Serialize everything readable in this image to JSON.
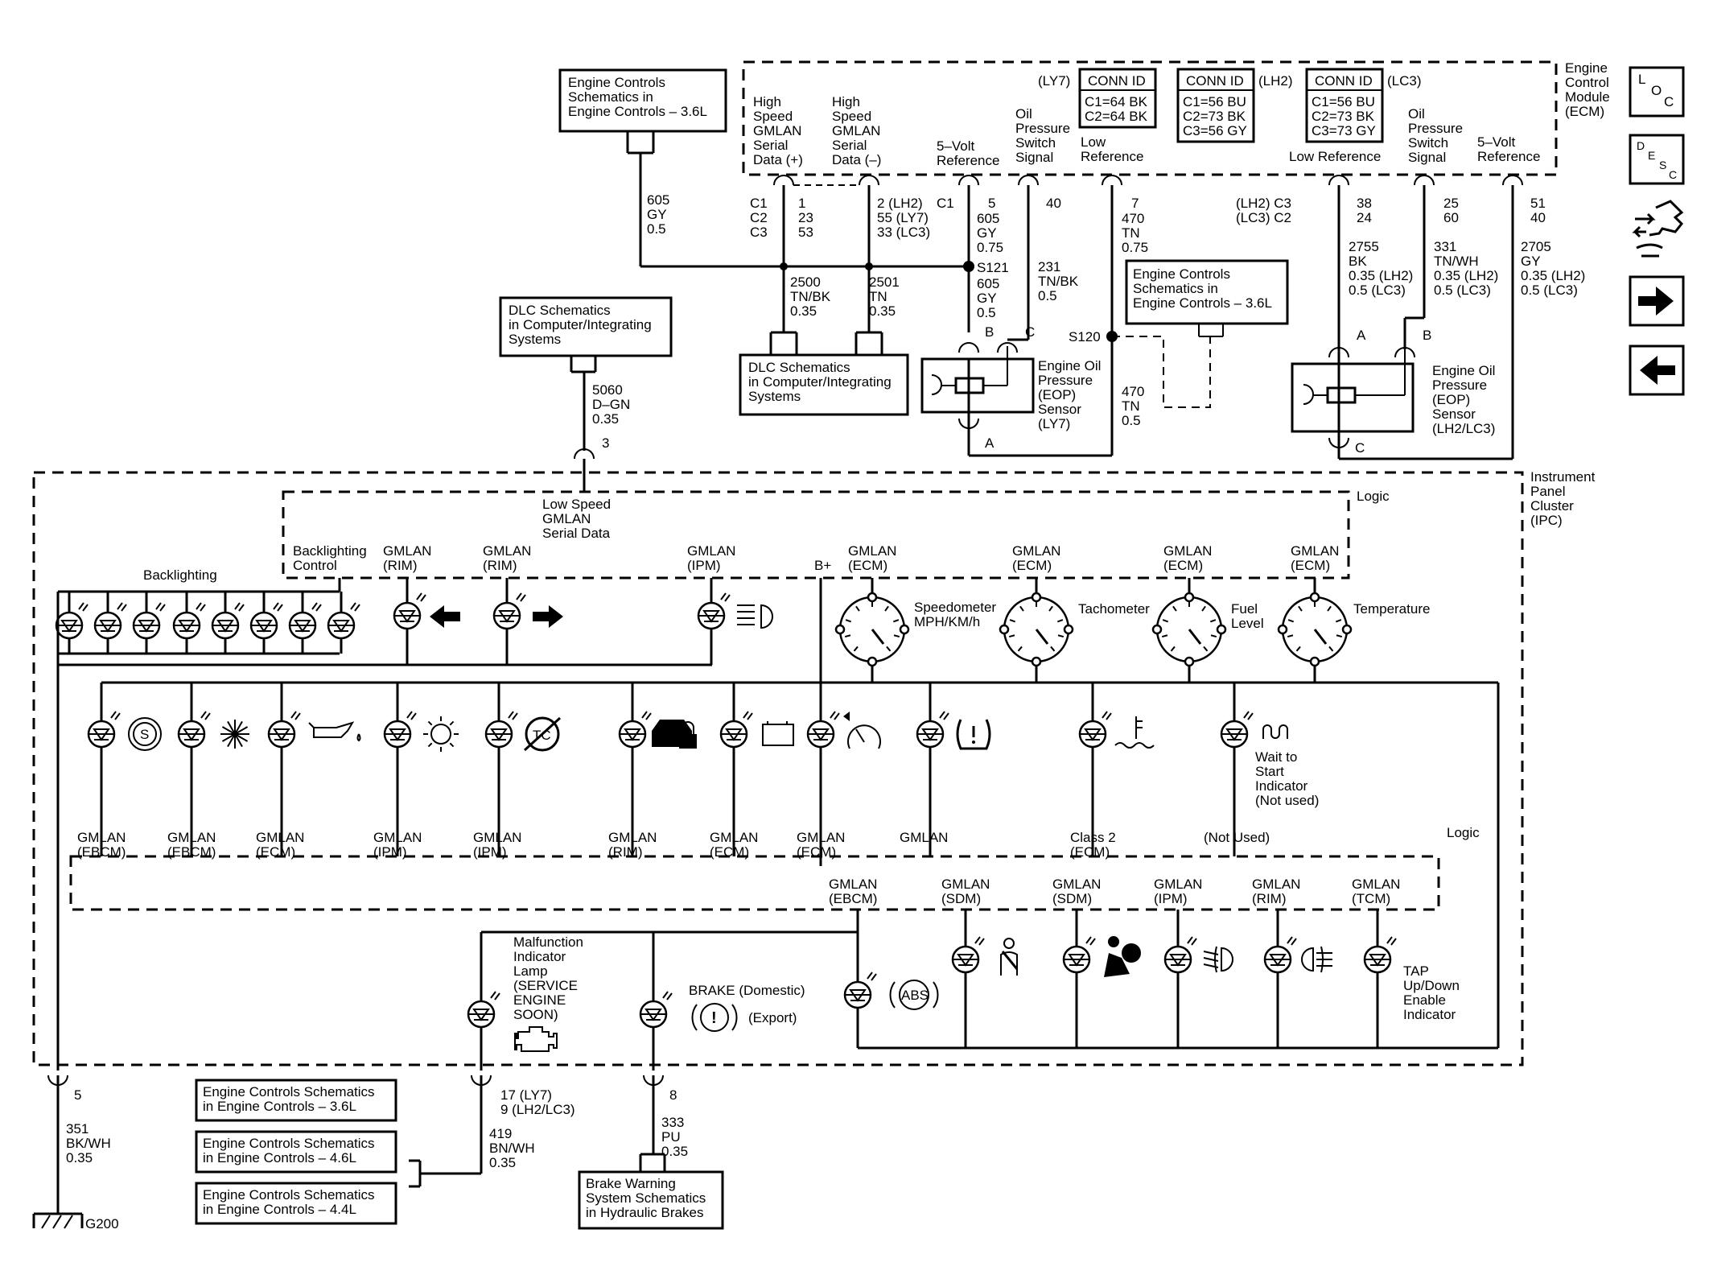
{
  "diagram": {
    "ecm_label": [
      "Engine",
      "Control",
      "Module",
      "(ECM)"
    ],
    "ipc_label": [
      "Instrument",
      "Panel",
      "Cluster",
      "(IPC)"
    ],
    "logic_label": "Logic",
    "ecm_columns": {
      "hs_pos": [
        "High",
        "Speed",
        "GMLAN",
        "Serial",
        "Data (+)"
      ],
      "hs_neg": [
        "High",
        "Speed",
        "GMLAN",
        "Serial",
        "Data (–)"
      ],
      "vref5_left": [
        "5–Volt",
        "Reference"
      ],
      "oil_sig_left": [
        "Oil",
        "Pressure",
        "Switch",
        "Signal"
      ],
      "low_ref_left": [
        "Low",
        "Reference"
      ],
      "low_ref_right": "Low Reference",
      "oil_sig_right": [
        "Oil",
        "Pressure",
        "Switch",
        "Signal"
      ],
      "vref5_right": [
        "5–Volt",
        "Reference"
      ]
    },
    "conn_tables": [
      {
        "variant": "(LY7)",
        "title": "CONN ID",
        "rows": [
          "C1=64 BK",
          "C2=64 BK"
        ]
      },
      {
        "variant": "(LH2)",
        "title": "CONN ID",
        "rows": [
          "C1=56 BU",
          "C2=73 BK",
          "C3=56 GY"
        ]
      },
      {
        "variant": "(LC3)",
        "title": "CONN ID",
        "rows": [
          "C1=56 BU",
          "C2=73 BK",
          "C3=73 GY"
        ]
      }
    ],
    "ref_boxes": {
      "ec36_top": [
        "Engine Controls",
        "Schematics in",
        "Engine Controls – 3.6L"
      ],
      "dlc_top": [
        "DLC Schematics",
        "in Computer/Integrating",
        "Systems"
      ],
      "dlc_mid": [
        "DLC Schematics",
        "in Computer/Integrating",
        "Systems"
      ],
      "ec36_mid": [
        "Engine Controls",
        "Schematics in",
        "Engine Controls – 3.6L"
      ],
      "ec_b1": [
        "Engine Controls Schematics",
        "in Engine Controls – 3.6L"
      ],
      "ec_b2": [
        "Engine Controls Schematics",
        "in Engine Controls – 4.6L"
      ],
      "ec_b3": [
        "Engine Controls Schematics",
        "in Engine Controls – 4.4L"
      ],
      "brake": [
        "Brake Warning",
        "System Schematics",
        "in Hydraulic Brakes"
      ]
    },
    "wires": {
      "w605_left": [
        "605",
        "GY",
        "0.5"
      ],
      "c1c2c3": [
        "C1",
        "C2",
        "C3"
      ],
      "pins_hs_pos": [
        "1",
        "23",
        "53"
      ],
      "pins_hs_neg": [
        "2 (LH2)",
        "55 (LY7)",
        "33 (LC3)"
      ],
      "c1_label": "C1",
      "pin5": "5",
      "w605_075": [
        "605",
        "GY",
        "0.75"
      ],
      "pin40": "40",
      "pin7": "7",
      "w470_075": [
        "470",
        "TN",
        "0.75"
      ],
      "w2500": [
        "2500",
        "TN/BK",
        "0.35"
      ],
      "w2501": [
        "2501",
        "TN",
        "0.35"
      ],
      "s121": "S121",
      "w605_05b": [
        "605",
        "GY",
        "0.5"
      ],
      "w231": [
        "231",
        "TN/BK",
        "0.5"
      ],
      "s120": "S120",
      "w470_05": [
        "470",
        "TN",
        "0.5"
      ],
      "lh2lc3": [
        "(LH2) C3",
        "(LC3) C2"
      ],
      "pins_38": [
        "38",
        "24"
      ],
      "pins_25": [
        "25",
        "60"
      ],
      "pins_51": [
        "51",
        "40"
      ],
      "w2755": [
        "2755",
        "BK",
        "0.35 (LH2)",
        "0.5 (LC3)"
      ],
      "w331": [
        "331",
        "TN/WH",
        "0.35 (LH2)",
        "0.5 (LC3)"
      ],
      "w2705": [
        "2705",
        "GY",
        "0.35 (LH2)",
        "0.5 (LC3)"
      ],
      "w5060": [
        "5060",
        "D–GN",
        "0.35"
      ],
      "pin3": "3",
      "pin5b": "5",
      "w351": [
        "351",
        "BK/WH",
        "0.35"
      ],
      "g200": "G200",
      "pins17": [
        "17 (LY7)",
        "9 (LH2/LC3)"
      ],
      "w419": [
        "419",
        "BN/WH",
        "0.35"
      ],
      "pin8": "8",
      "w333": [
        "333",
        "PU",
        "0.35"
      ]
    },
    "sensors": {
      "eop_ly7": [
        "Engine Oil",
        "Pressure",
        "(EOP)",
        "Sensor",
        "(LY7)"
      ],
      "eop_lh2": [
        "Engine Oil",
        "Pressure",
        "(EOP)",
        "Sensor",
        "(LH2/LC3)"
      ],
      "pin_a": "A",
      "pin_b": "B",
      "pin_c": "C"
    },
    "ipc": {
      "low_speed": [
        "Low Speed",
        "GMLAN",
        "Serial Data"
      ],
      "backlighting_control": [
        "Backlighting",
        "Control"
      ],
      "backlighting": "Backlighting",
      "top_labels": [
        [
          "GMLAN",
          "(RIM)"
        ],
        [
          "GMLAN",
          "(RIM)"
        ],
        [
          "GMLAN",
          "(IPM)"
        ],
        [
          "B+"
        ],
        [
          "GMLAN",
          "(ECM)"
        ],
        [
          "GMLAN",
          "(ECM)"
        ],
        [
          "GMLAN",
          "(ECM)"
        ],
        [
          "GMLAN",
          "(ECM)"
        ]
      ],
      "gauges": [
        [
          "Speedometer",
          "MPH/KM/h"
        ],
        [
          "Tachometer"
        ],
        [
          "Fuel",
          "Level"
        ],
        [
          "Temperature"
        ]
      ],
      "mid_labels": [
        [
          "GMLAN",
          "(EBCM)"
        ],
        [
          "GMLAN",
          "(EBCM)"
        ],
        [
          "GMLAN",
          "(ECM)"
        ],
        [
          "GMLAN",
          "(IPM)"
        ],
        [
          "GMLAN",
          "(IPM)"
        ],
        [
          "GMLAN",
          "(RIM)"
        ],
        [
          "GMLAN",
          "(ECM)"
        ],
        [
          "GMLAN",
          "(ECM)"
        ],
        [
          "GMLAN"
        ],
        [
          "Class 2",
          "(ECM)"
        ],
        [
          "(Not Used)"
        ]
      ],
      "wait_start": [
        "Wait to",
        "Start",
        "Indicator",
        "(Not used)"
      ],
      "bot_labels": [
        [
          "GMLAN",
          "(EBCM)"
        ],
        [
          "GMLAN",
          "(SDM)"
        ],
        [
          "GMLAN",
          "(SDM)"
        ],
        [
          "GMLAN",
          "(IPM)"
        ],
        [
          "GMLAN",
          "(RIM)"
        ],
        [
          "GMLAN",
          "(TCM)"
        ]
      ],
      "mil": [
        "Malfunction",
        "Indicator",
        "Lamp",
        "(SERVICE",
        "ENGINE",
        "SOON)"
      ],
      "brake": [
        "BRAKE (Domestic)",
        "(Export)"
      ],
      "tap": [
        "TAP",
        "Up/Down",
        "Enable",
        "Indicator"
      ],
      "abs": "ABS",
      "tc": "TC",
      "s_icon": "S"
    },
    "nav": {
      "loc": [
        "L",
        "O",
        "C"
      ],
      "desc": [
        "D",
        "E",
        "S",
        "C"
      ]
    }
  }
}
